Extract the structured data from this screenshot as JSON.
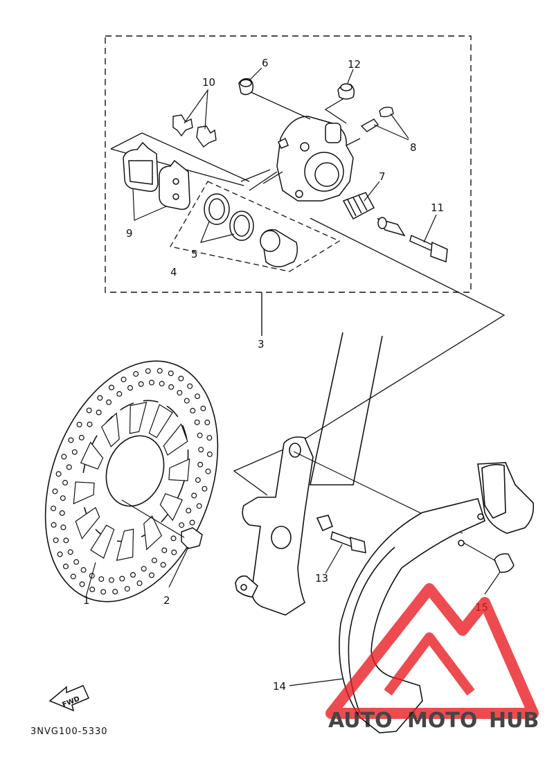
{
  "callouts": {
    "c1": "1",
    "c2": "2",
    "c3": "3",
    "c4": "4",
    "c5": "5",
    "c6": "6",
    "c7": "7",
    "c8": "8",
    "c9": "9",
    "c10": "10",
    "c11": "11",
    "c12": "12",
    "c13": "13",
    "c14": "14",
    "c15": "15"
  },
  "fwd_label": "FWD",
  "diagram_code": "3NVG100-5330",
  "watermark": {
    "auto": "AUTO",
    "moto": "MOTO",
    "hub": "HUB",
    "color_red": "#e8191f",
    "color_orange": "#f5a623",
    "color_dark": "#3a3a3a"
  }
}
